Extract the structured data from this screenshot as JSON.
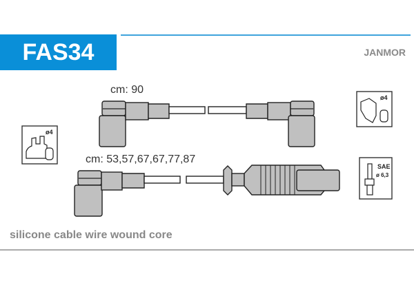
{
  "header": {
    "part_code": "FAS34",
    "brand": "JANMOR",
    "accent_color": "#0a8fd8"
  },
  "cables": {
    "coil_lead": {
      "label": "cm: 90"
    },
    "plug_leads": {
      "label": "cm: 53,57,67,67,77,87"
    }
  },
  "icons": {
    "distributor_left": {
      "name": "distributor-cap-icon",
      "label": "ø4"
    },
    "coil_right": {
      "name": "ignition-coil-icon",
      "label": "ø4"
    },
    "spark_plug": {
      "name": "spark-plug-icon",
      "label_top": "SAE",
      "label_bottom": "ø 6,3"
    }
  },
  "footer": {
    "description": "silicone cable wire wound core"
  }
}
